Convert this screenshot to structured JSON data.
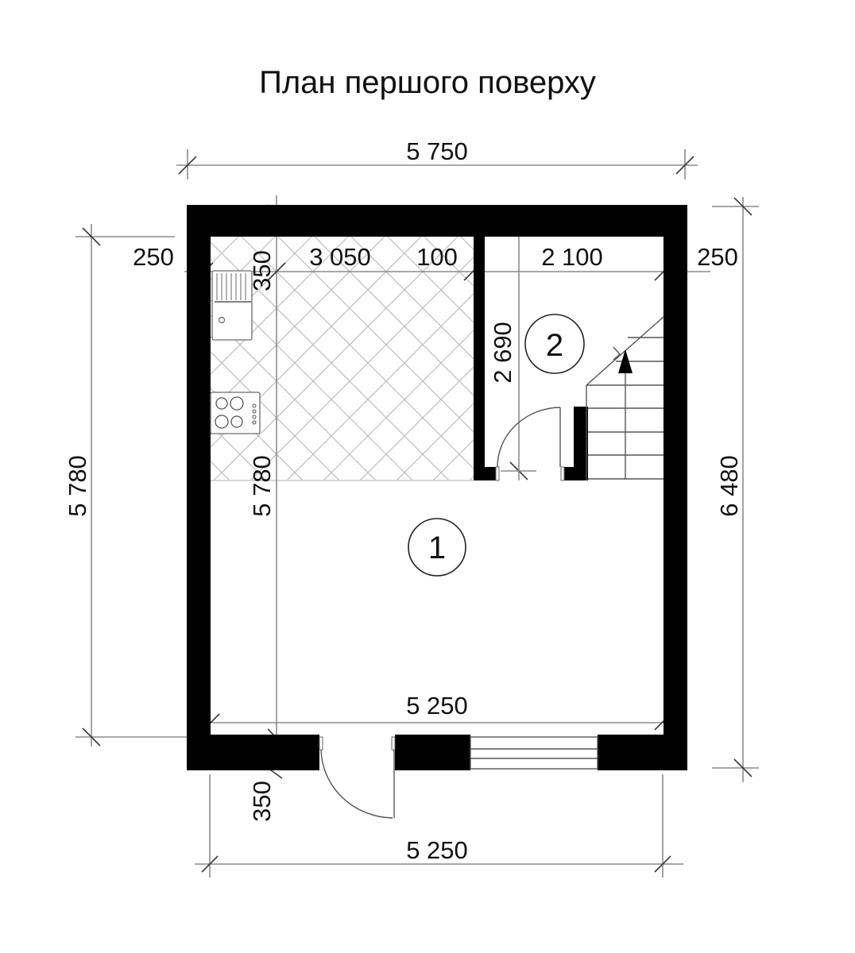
{
  "title": "План першого поверху",
  "dimensions": {
    "top_overall": "5 750",
    "top_left_wall": "250",
    "top_kitchen_offset": "350",
    "top_room1_width": "3 050",
    "top_partition": "100",
    "top_room2_width": "2 100",
    "top_right_wall": "250",
    "left_overall": "5 780",
    "inner_left": "5 780",
    "room2_depth": "2 690",
    "right_overall": "6 480",
    "bottom_inner": "5 250",
    "bottom_wall_offset": "350",
    "bottom_overall": "5 250"
  },
  "rooms": [
    {
      "number": "1"
    },
    {
      "number": "2"
    }
  ],
  "colors": {
    "wall": "#000000",
    "dimension_line": "#8c8c8c",
    "hatch": "#bdbdbd",
    "background": "#ffffff"
  }
}
